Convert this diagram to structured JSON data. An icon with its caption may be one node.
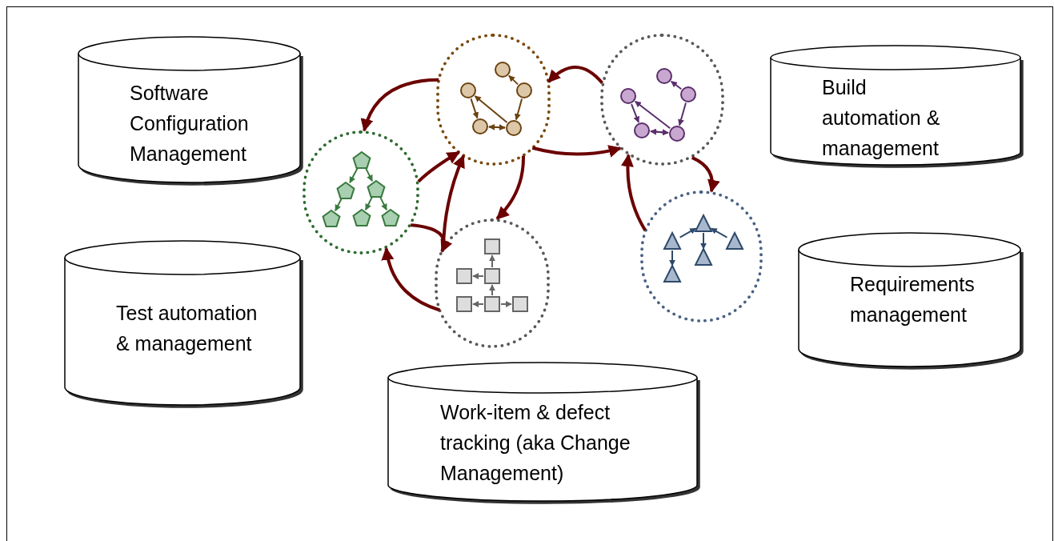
{
  "diagram": {
    "nodes": [
      {
        "text": [
          "Software Configuration Management"
        ]
      },
      {
        "text": [
          "Build automation & management"
        ]
      },
      {
        "text": [
          "Test automation & management"
        ]
      },
      {
        "text": [
          "Requirements management"
        ]
      },
      {
        "text": [
          "Work-item & defect tracking (aka Change Management)"
        ]
      },
      {
        "text": [],
        "shape": "circle"
      },
      {
        "text": [],
        "shape": "circle"
      },
      {
        "text": [],
        "shape": "circle"
      },
      {
        "text": [],
        "shape": "circle"
      },
      {
        "text": [],
        "shape": "circle"
      }
    ],
    "edges": [
      {
        "from": 5,
        "to": 7,
        "arrow": "to"
      },
      {
        "from": 7,
        "to": 5,
        "arrow": "to"
      },
      {
        "from": 8,
        "to": 5,
        "arrow": "to"
      },
      {
        "from": 5,
        "to": 8,
        "arrow": "to"
      },
      {
        "from": 7,
        "to": 8,
        "arrow": "to"
      },
      {
        "from": 8,
        "to": 7,
        "arrow": "to"
      },
      {
        "from": 5,
        "to": 6,
        "arrow": "to"
      },
      {
        "from": 6,
        "to": 5,
        "arrow": "to"
      },
      {
        "from": 6,
        "to": 9,
        "arrow": "to"
      },
      {
        "from": 9,
        "to": 6,
        "arrow": "to"
      }
    ]
  }
}
